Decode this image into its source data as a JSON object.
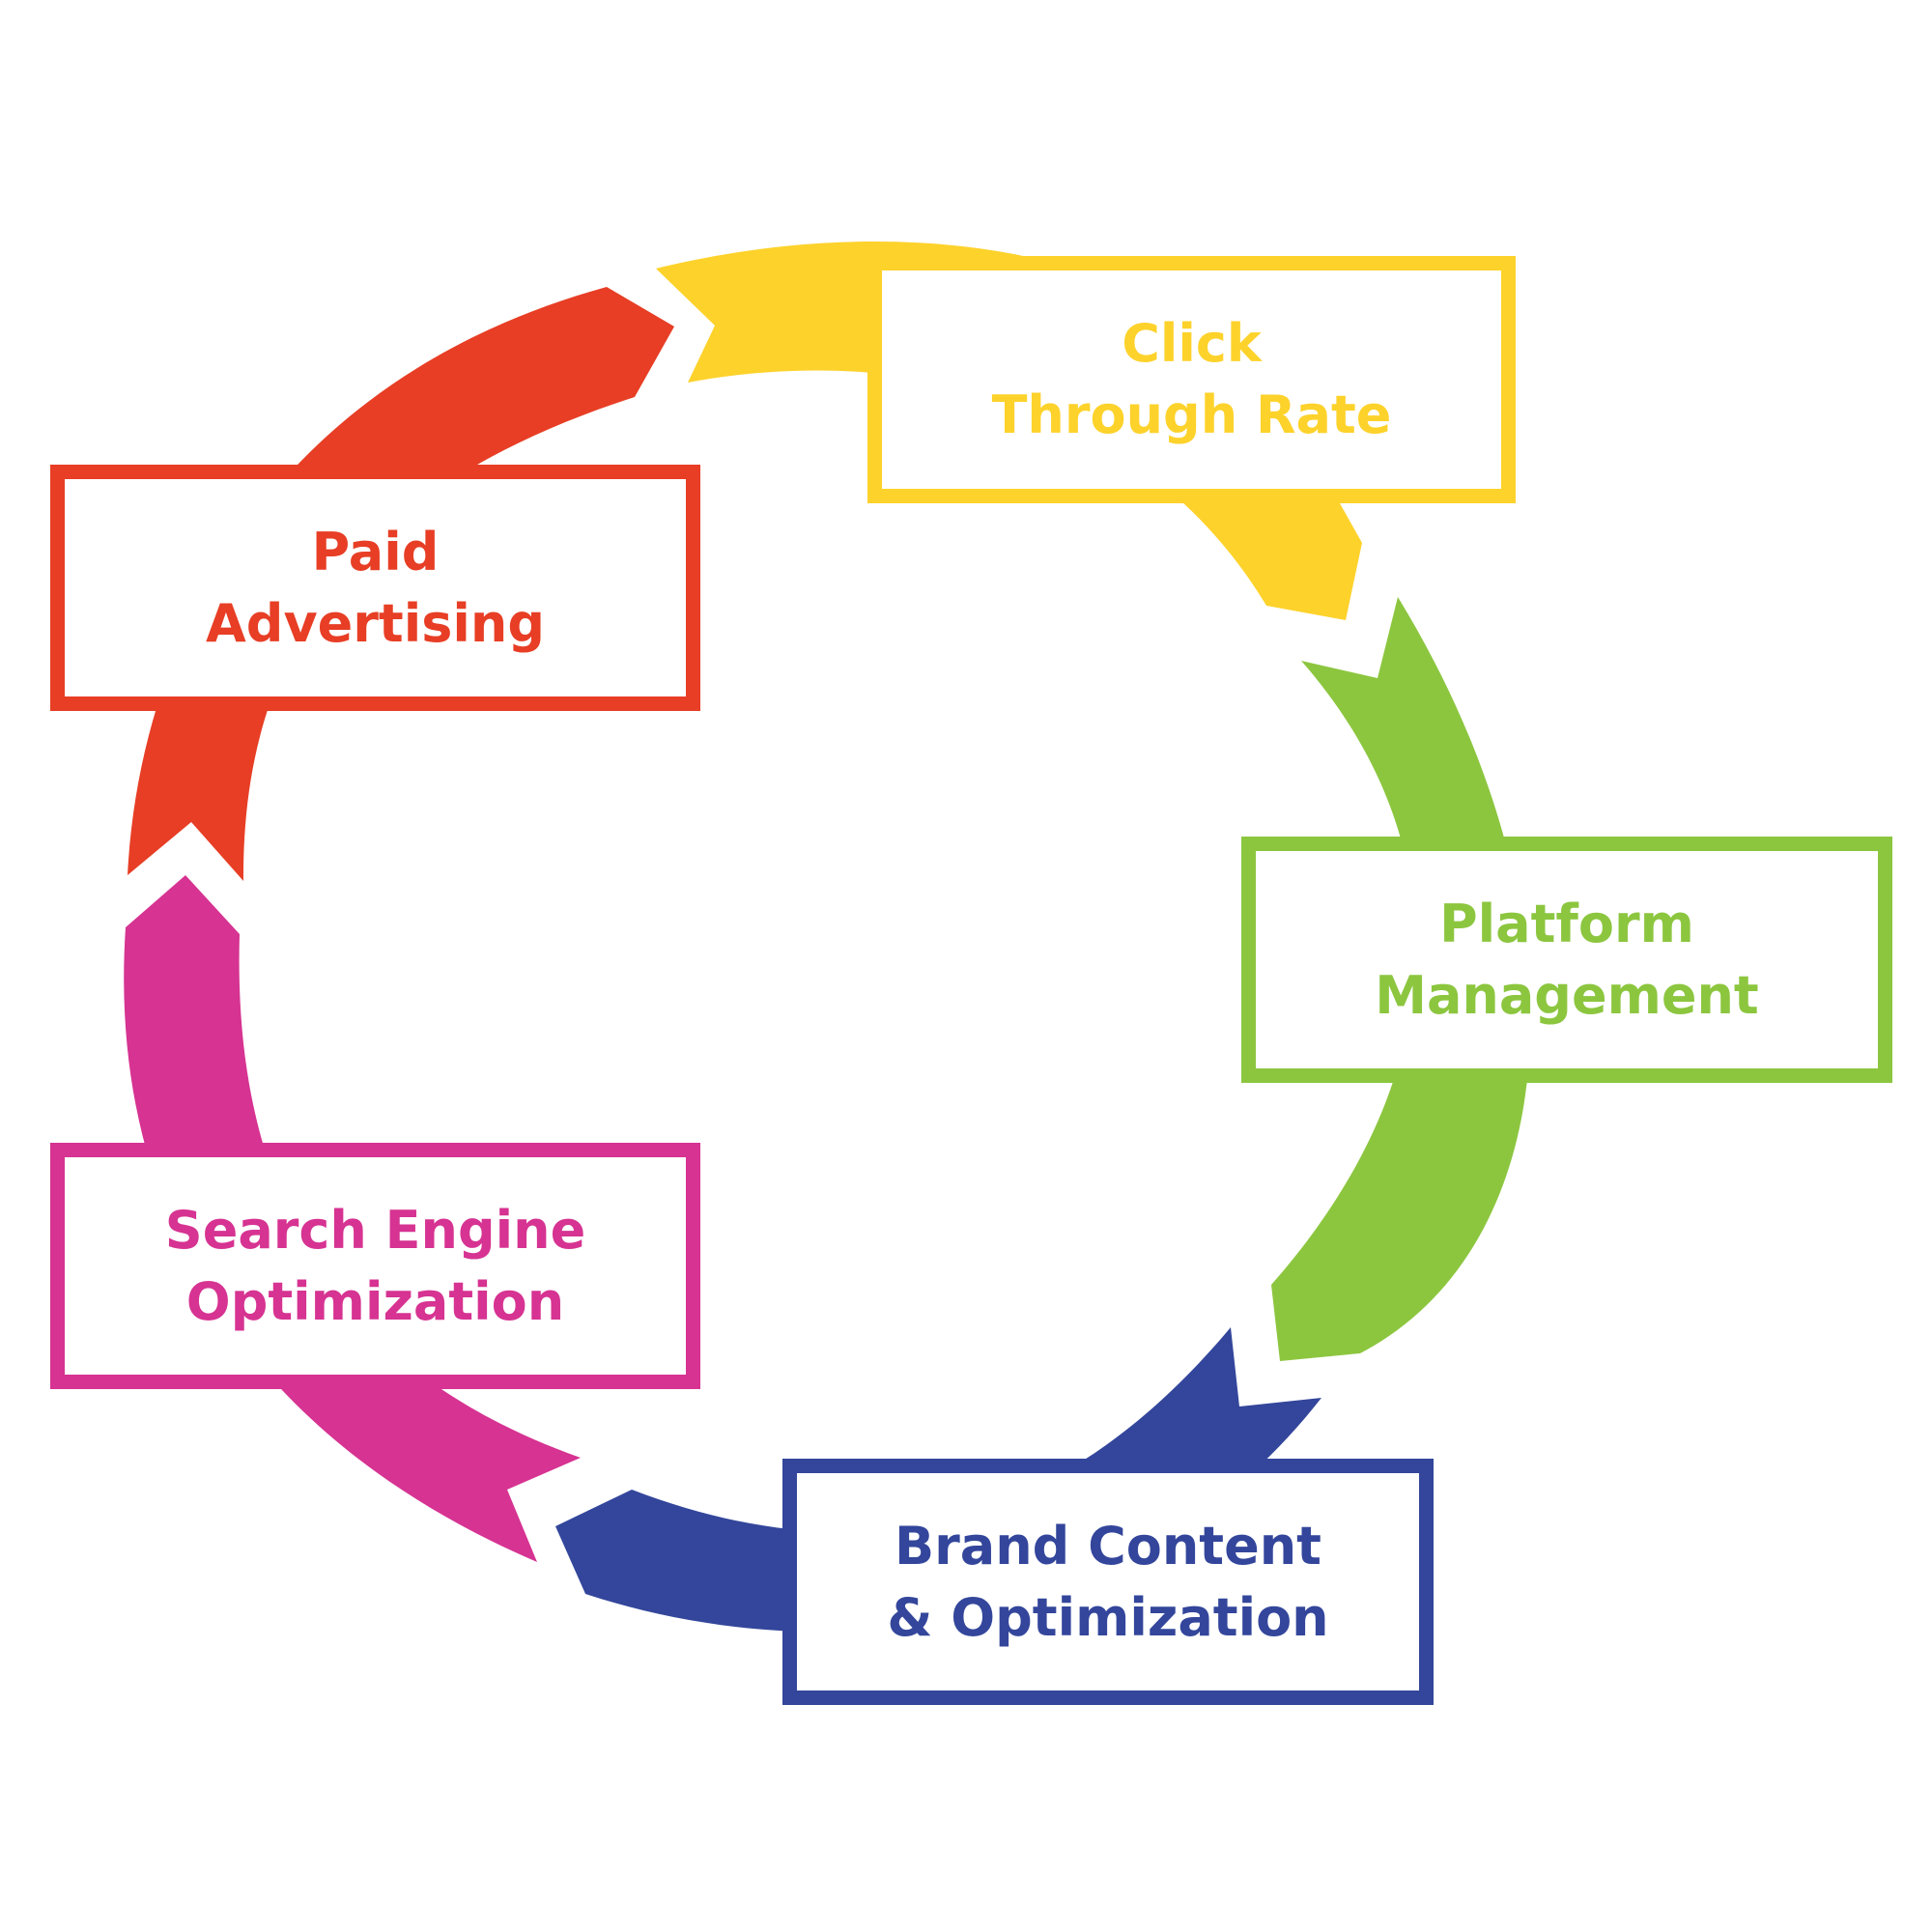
{
  "diagram": {
    "type": "cycle",
    "stages": [
      {
        "id": "ctr",
        "label": "Click\nThrough Rate",
        "color": "#FDD22B"
      },
      {
        "id": "pm",
        "label": "Platform\nManagement",
        "color": "#8CC63F"
      },
      {
        "id": "bc",
        "label": "Brand Content\n& Optimization",
        "color": "#33469B"
      },
      {
        "id": "seo",
        "label": "Search Engine\nOptimization",
        "color": "#D63392"
      },
      {
        "id": "pa",
        "label": "Paid\nAdvertising",
        "color": "#E73E25"
      }
    ],
    "flow_direction": "clockwise"
  }
}
